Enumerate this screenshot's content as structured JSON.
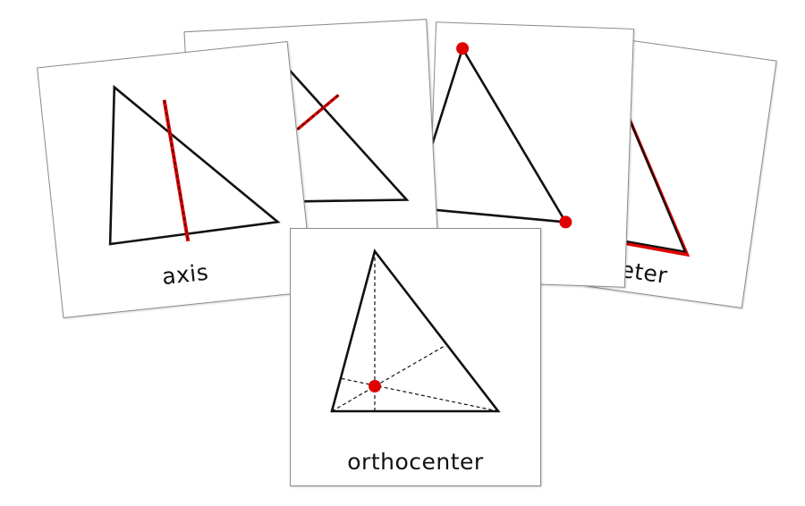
{
  "cards": {
    "axis": {
      "label": "axis"
    },
    "perimeter": {
      "label": "neter"
    },
    "orthocenter": {
      "label": "orthocenter"
    }
  },
  "colors": {
    "accent": "#e00000",
    "stroke": "#111111",
    "border": "#8a8a8a"
  }
}
